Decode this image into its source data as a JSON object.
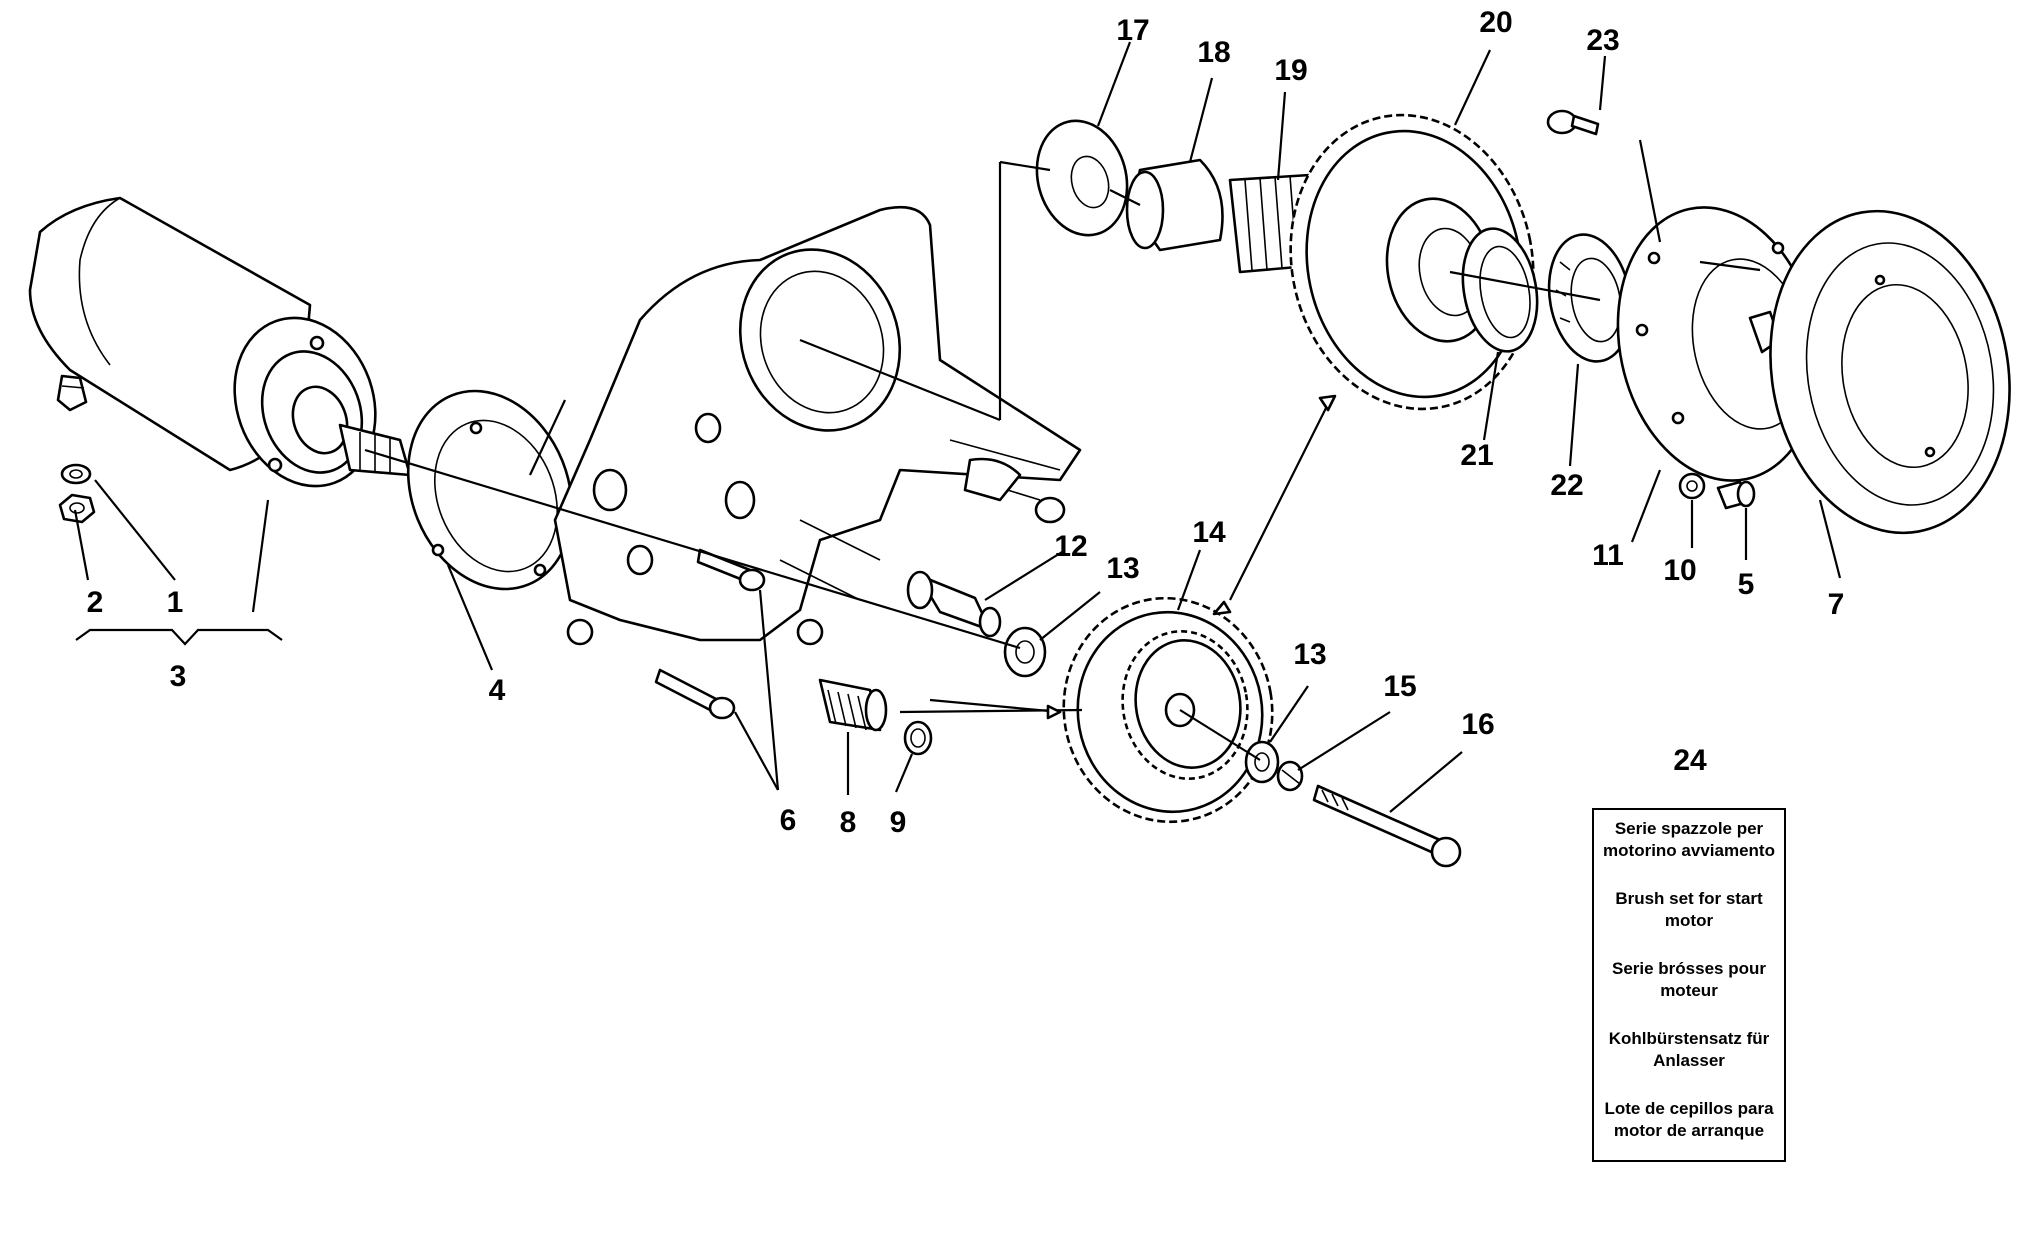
{
  "callouts": [
    {
      "id": "c1",
      "label": "1"
    },
    {
      "id": "c2",
      "label": "2"
    },
    {
      "id": "c3",
      "label": "3"
    },
    {
      "id": "c4",
      "label": "4"
    },
    {
      "id": "c5",
      "label": "5"
    },
    {
      "id": "c6",
      "label": "6"
    },
    {
      "id": "c7",
      "label": "7"
    },
    {
      "id": "c8",
      "label": "8"
    },
    {
      "id": "c9",
      "label": "9"
    },
    {
      "id": "c10",
      "label": "10"
    },
    {
      "id": "c11",
      "label": "11"
    },
    {
      "id": "c12",
      "label": "12"
    },
    {
      "id": "c13a",
      "label": "13"
    },
    {
      "id": "c13b",
      "label": "13"
    },
    {
      "id": "c14",
      "label": "14"
    },
    {
      "id": "c15",
      "label": "15"
    },
    {
      "id": "c16",
      "label": "16"
    },
    {
      "id": "c17",
      "label": "17"
    },
    {
      "id": "c18",
      "label": "18"
    },
    {
      "id": "c19",
      "label": "19"
    },
    {
      "id": "c20",
      "label": "20"
    },
    {
      "id": "c21",
      "label": "21"
    },
    {
      "id": "c22",
      "label": "22"
    },
    {
      "id": "c23",
      "label": "23"
    },
    {
      "id": "c24",
      "label": "24"
    }
  ],
  "legend": {
    "number": "24",
    "lines": [
      "Serie spazzole per\nmotorino avviamento",
      "Brush set for start\nmotor",
      "Serie brósses pour\nmoteur",
      "Kohlbürstensatz für\nAnlasser",
      "Lote de cepillos para\nmotor de arranque"
    ]
  }
}
